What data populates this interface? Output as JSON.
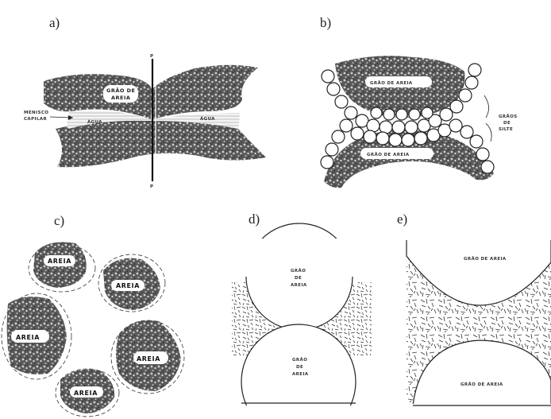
{
  "panels": {
    "a": {
      "label": "a)",
      "texts": {
        "grain_line1": "GRÃO DE",
        "grain_line2": "AREIA",
        "meniscus_line1": "MENISCO",
        "meniscus_line2": "CAPILAR",
        "water_left": "ÁGUA",
        "water_right": "ÁGUA",
        "force_top": "P",
        "force_bottom": "P"
      }
    },
    "b": {
      "label": "b)",
      "texts": {
        "grain_top": "GRÃO DE AREIA",
        "grain_bottom": "GRÃO DE AREIA",
        "silt_line1": "GRÃOS",
        "silt_line2": "DE",
        "silt_line3": "SILTE"
      }
    },
    "c": {
      "label": "c)",
      "texts": {
        "g1": "AREIA",
        "g2": "AREIA",
        "g3": "AREIA",
        "g4": "AREIA",
        "g5": "AREIA"
      }
    },
    "d": {
      "label": "d)",
      "texts": {
        "top_line1": "GRÃO",
        "top_line2": "DE",
        "top_line3": "AREIA",
        "bottom_line1": "GRÃO",
        "bottom_line2": "DE",
        "bottom_line3": "AREIA"
      }
    },
    "e": {
      "label": "e)",
      "texts": {
        "top": "GRÃO DE AREIA",
        "bottom": "GRÃO DE AREIA"
      }
    }
  }
}
